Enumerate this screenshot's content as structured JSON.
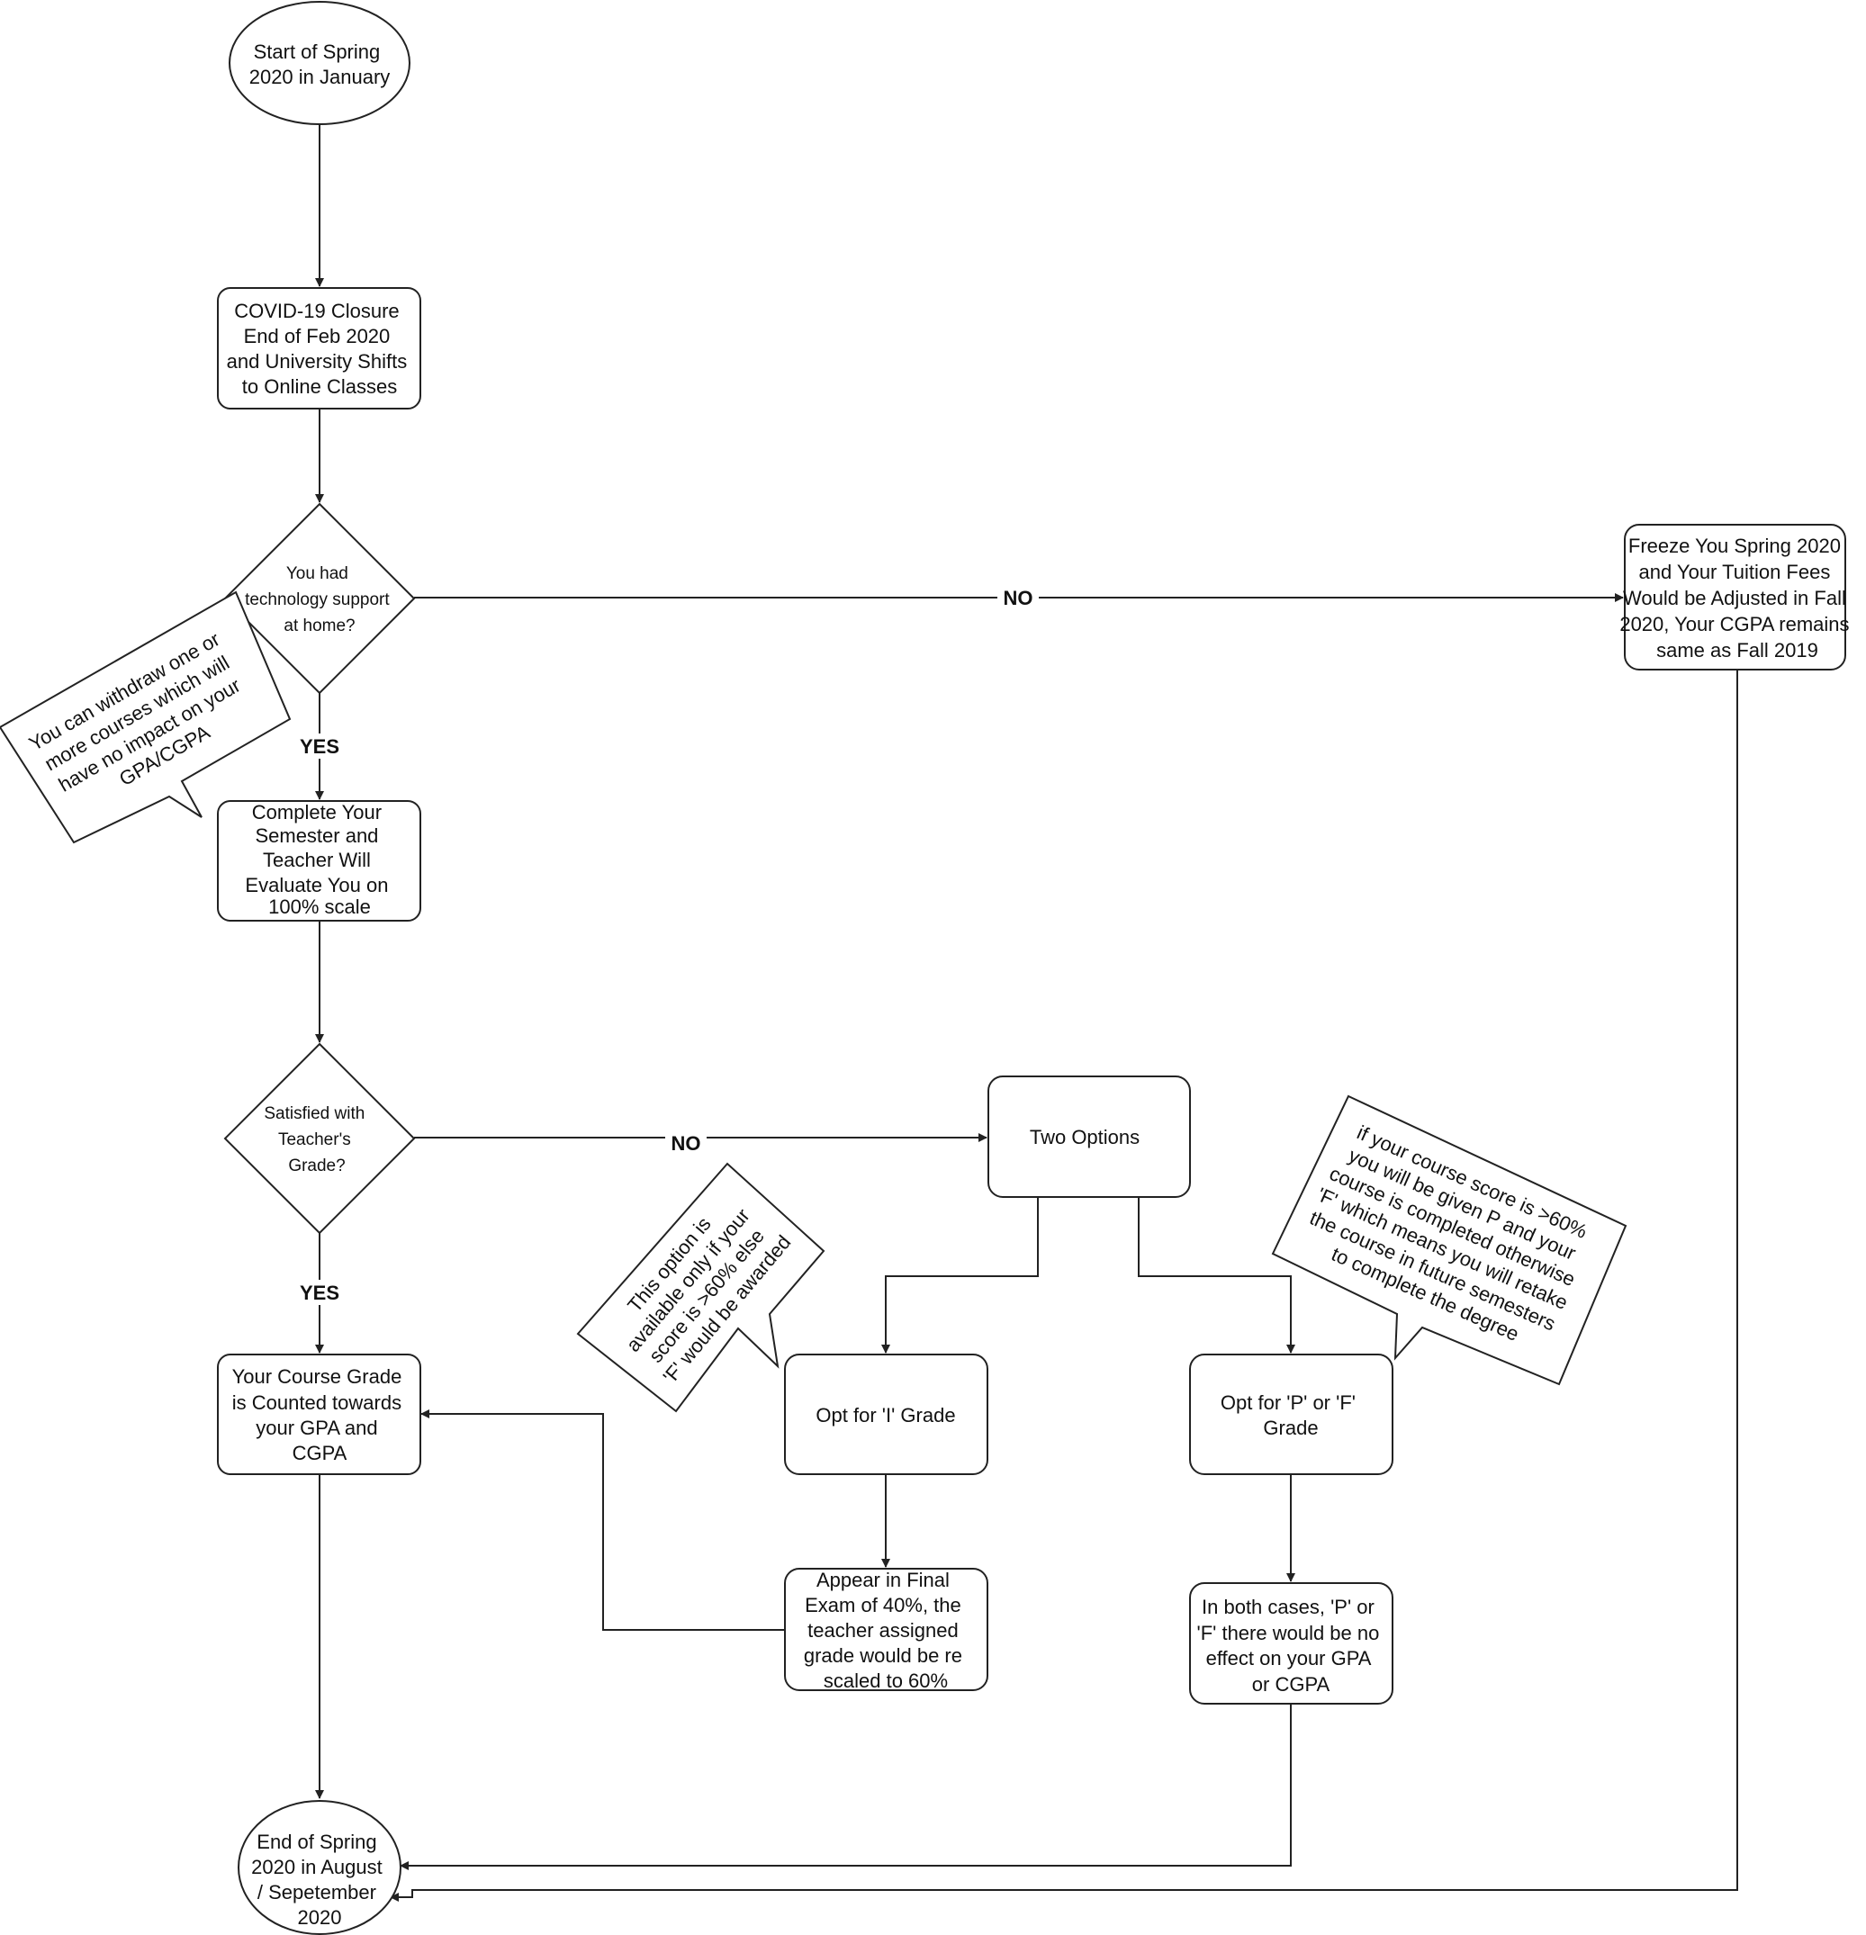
{
  "nodes": {
    "start": {
      "lines": [
        "Start of Spring",
        "2020 in January"
      ]
    },
    "covid_closure": {
      "lines": [
        "COVID-19 Closure",
        "End of Feb 2020",
        "and University Shifts",
        "to Online Classes"
      ]
    },
    "tech_support_decision": {
      "lines": [
        "You had",
        "technology support",
        "at home?"
      ]
    },
    "freeze_semester": {
      "lines": [
        "Freeze You Spring 2020",
        "and Your Tuition Fees",
        "Would be Adjusted in Fall",
        "2020, Your CGPA remains",
        "same as Fall  2019"
      ]
    },
    "withdraw_callout": {
      "lines": [
        "You can withdraw one or",
        "more courses which will",
        "have no impact on your",
        "GPA/CGPA"
      ]
    },
    "complete_semester": {
      "lines": [
        "Complete Your",
        "Semester and",
        "Teacher Will",
        "Evaluate You  on",
        "100% scale"
      ]
    },
    "satisfied_decision": {
      "lines": [
        "Satisfied with",
        "Teacher's",
        "Grade?"
      ]
    },
    "two_options": {
      "lines": [
        "Two Options"
      ]
    },
    "i_grade_callout": {
      "lines": [
        "This option is",
        "available only if your",
        "score is >60% else",
        "'F' would be awarded"
      ]
    },
    "pf_callout": {
      "lines": [
        "if your course score is >60%",
        "you will be given P and your",
        "course is completed otherwise",
        "'F' which means you will retake",
        "the course in future semesters",
        "to complete the degree"
      ]
    },
    "course_grade_counted": {
      "lines": [
        "Your Course Grade",
        "is Counted towards",
        "your GPA and",
        "CGPA"
      ]
    },
    "opt_i_grade": {
      "lines": [
        "Opt for 'I' Grade"
      ]
    },
    "opt_pf_grade": {
      "lines": [
        "Opt for 'P' or 'F'",
        "Grade"
      ]
    },
    "final_exam": {
      "lines": [
        "Appear in Final",
        "Exam of 40%, the",
        "teacher assigned",
        "grade would be re",
        "scaled to 60%"
      ]
    },
    "no_effect": {
      "lines": [
        "In both cases, 'P' or",
        "'F' there would be no",
        "effect on your GPA",
        "or CGPA"
      ]
    },
    "end": {
      "lines": [
        "End of Spring",
        "2020 in August",
        "/ Sepetember",
        "2020"
      ]
    }
  },
  "edge_labels": {
    "tech_no": "NO",
    "tech_yes": "YES",
    "satisfied_no": "NO",
    "satisfied_yes": "YES"
  }
}
